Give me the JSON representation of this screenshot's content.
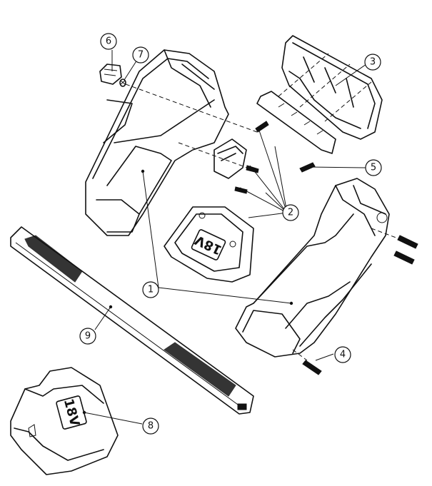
{
  "callouts": [
    {
      "id": "c1",
      "label": "1"
    },
    {
      "id": "c2",
      "label": "2"
    },
    {
      "id": "c3",
      "label": "3"
    },
    {
      "id": "c4",
      "label": "4"
    },
    {
      "id": "c5",
      "label": "5"
    },
    {
      "id": "c6",
      "label": "6"
    },
    {
      "id": "c7",
      "label": "7"
    },
    {
      "id": "c8",
      "label": "8"
    },
    {
      "id": "c9",
      "label": "9"
    }
  ],
  "badges": {
    "plate_voltage": "18V",
    "battery_voltage": "18V"
  }
}
